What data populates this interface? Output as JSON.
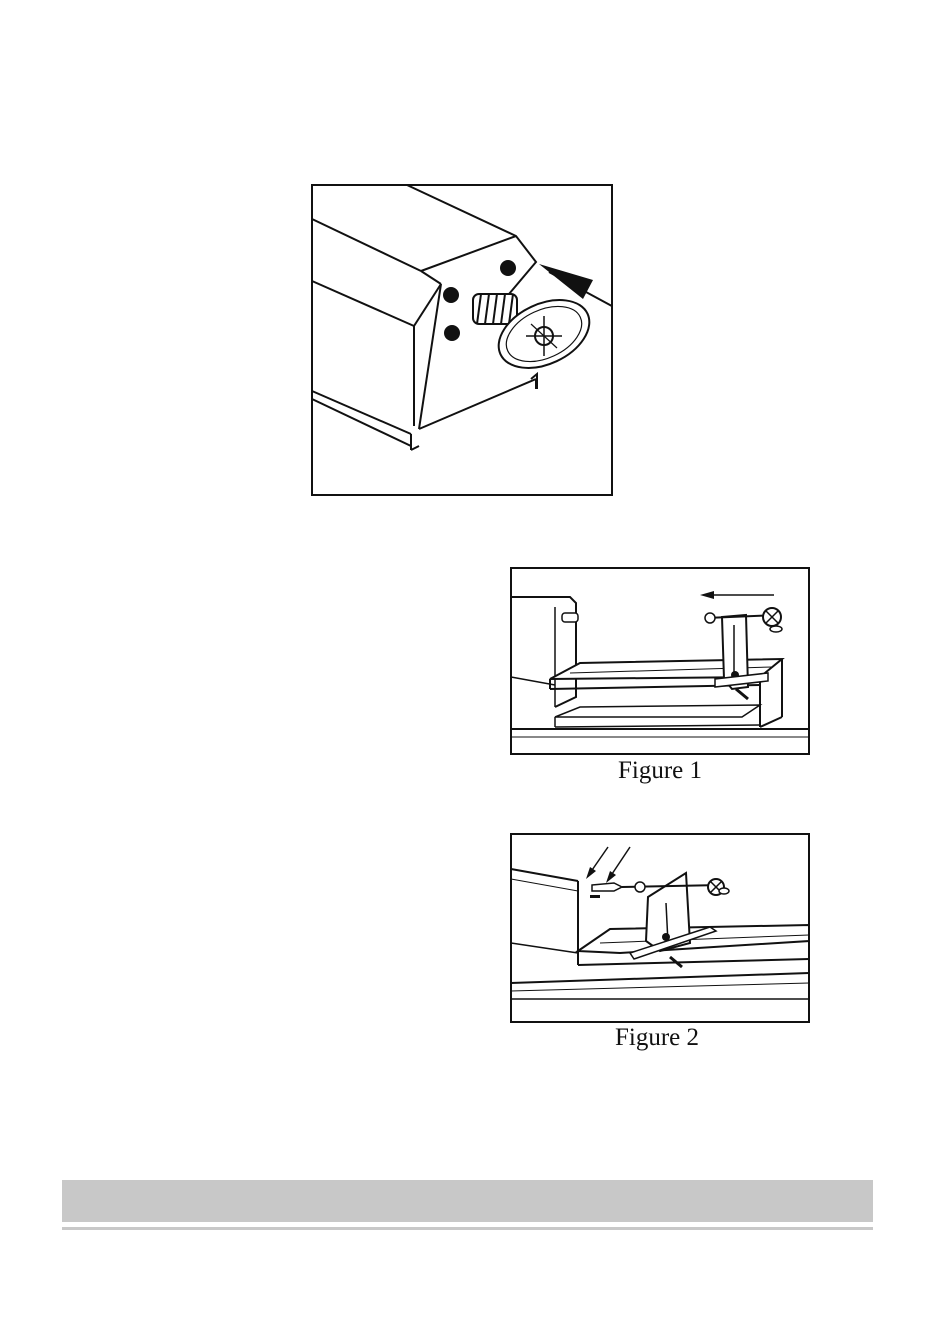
{
  "figures": [
    {
      "name": "headstock-spindle-illustration"
    },
    {
      "name": "figure-1",
      "caption": "Figure 1"
    },
    {
      "name": "figure-2",
      "caption": "Figure 2"
    }
  ],
  "colors": {
    "line": "#111111",
    "footer_band": "#c8c8c8"
  }
}
